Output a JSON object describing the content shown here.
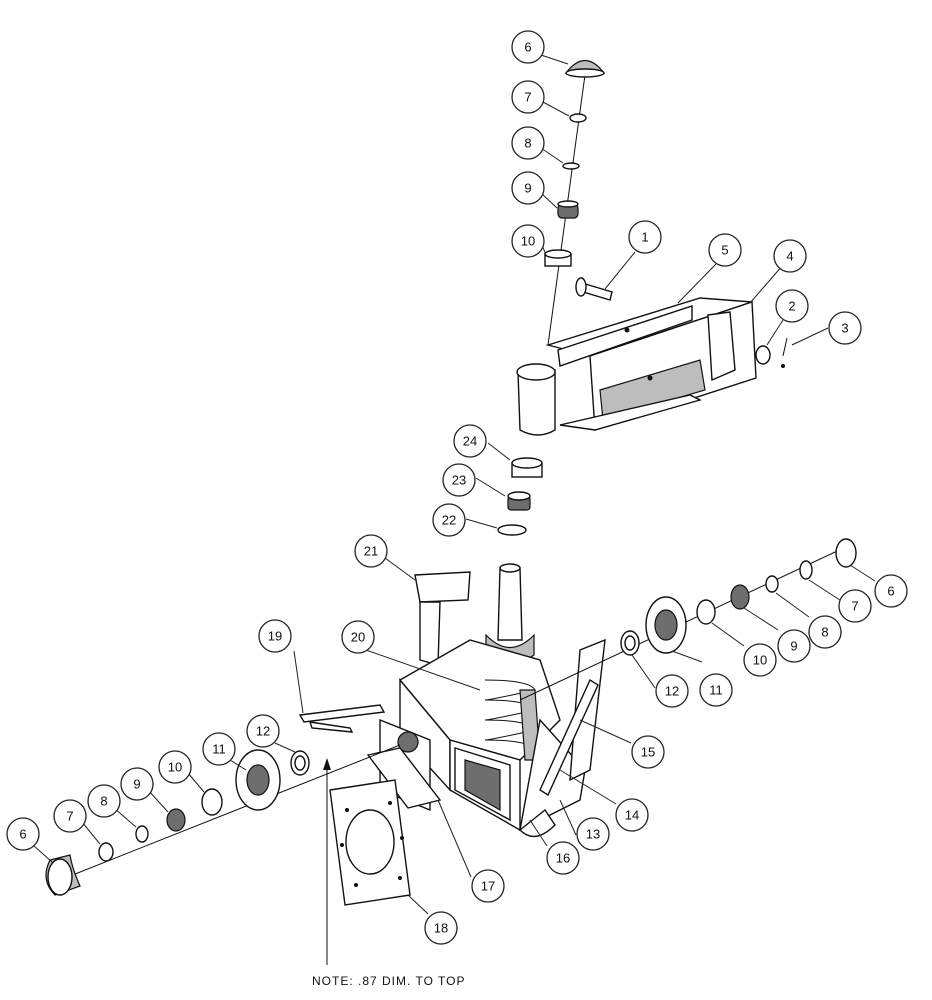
{
  "diagram": {
    "callouts": [
      "1",
      "2",
      "3",
      "4",
      "5",
      "6",
      "7",
      "8",
      "9",
      "10",
      "11",
      "12",
      "13",
      "14",
      "15",
      "16",
      "17",
      "18",
      "19",
      "20",
      "21",
      "22",
      "23",
      "24"
    ],
    "note": "NOTE:  .87 DIM.  TO TOP"
  }
}
